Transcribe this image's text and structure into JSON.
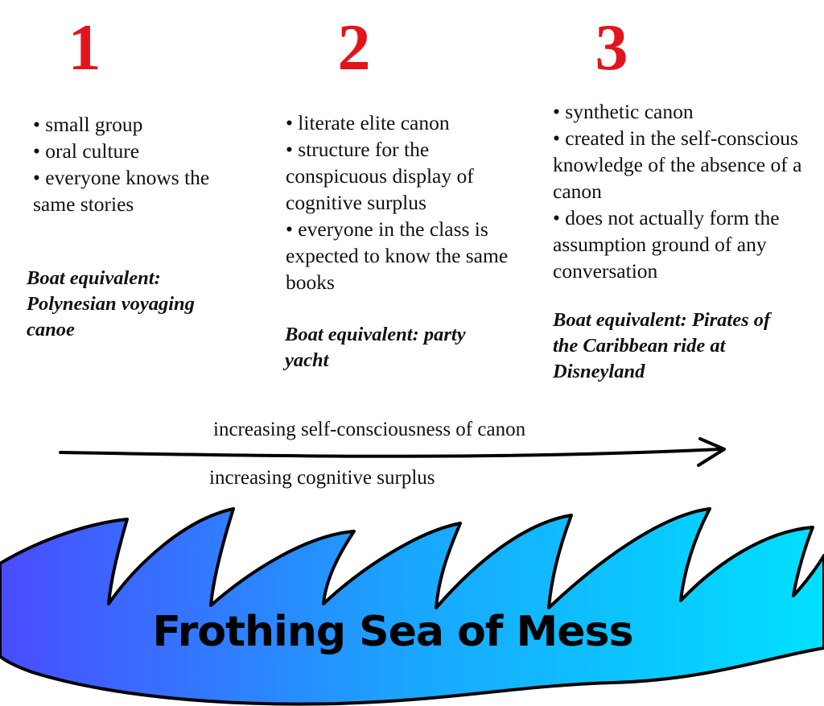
{
  "columns": [
    {
      "number": "1",
      "items": [
        "• small group",
        "• oral culture",
        "• everyone knows the same stories"
      ],
      "boat": "Boat equivalent: Polynesian voyaging canoe"
    },
    {
      "number": "2",
      "items": [
        "• literate elite canon",
        "• structure for the conspicuous display of cognitive surplus",
        "• everyone in the class is expected to know the same books"
      ],
      "boat": "Boat equivalent: party yacht"
    },
    {
      "number": "3",
      "items": [
        "• synthetic canon",
        "• created in the self-conscious knowledge of the absence of a canon",
        "• does not actually form the assumption ground of any conversation"
      ],
      "boat": "Boat equivalent: Pirates of the Caribbean ride at Disneyland"
    }
  ],
  "arrow": {
    "label_top": "increasing self-consciousness of canon",
    "label_bottom": "increasing cognitive surplus"
  },
  "sea": {
    "label": "Frothing Sea of Mess",
    "gradient_start": "#4a4cff",
    "gradient_end": "#00e0ff"
  },
  "colors": {
    "number": "#e3141b"
  }
}
